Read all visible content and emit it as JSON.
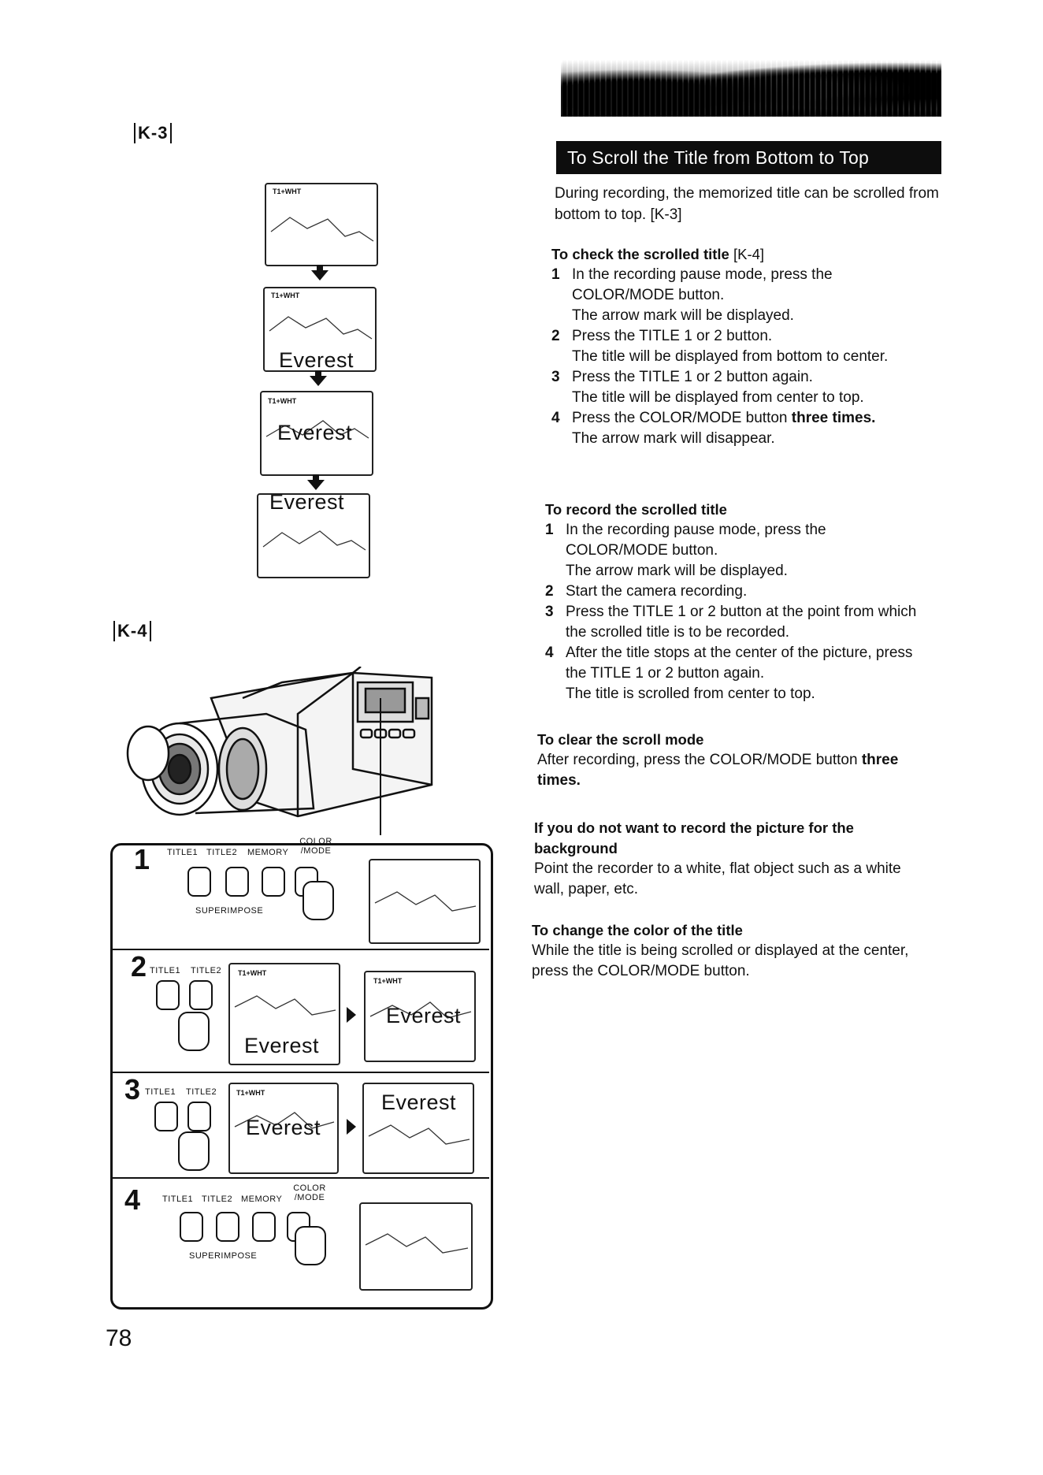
{
  "page": {
    "number": "78"
  },
  "figures": {
    "k3_label": "K-3",
    "k4_label": "K-4",
    "screen_code": "T1+WHT",
    "title_word": "Everest",
    "panel": {
      "labels": {
        "title1": "TITLE1",
        "title2": "TITLE2",
        "memory": "MEMORY",
        "color_mode": "COLOR /MODE",
        "superimpose": "SUPERIMPOSE"
      },
      "steps": [
        "1",
        "2",
        "3",
        "4"
      ]
    }
  },
  "section": {
    "title": "To Scroll the Title from Bottom to Top",
    "intro": "During recording, the memorized title can be scrolled from bottom to top. [K-3]",
    "check": {
      "heading": "To check the scrolled title",
      "ref": "[K-4]",
      "steps": [
        {
          "num": "1",
          "text": "In the recording pause mode, press the COLOR/MODE button.",
          "note": "The arrow mark will be displayed."
        },
        {
          "num": "2",
          "text": "Press the TITLE 1 or 2 button.",
          "note": "The title will be displayed from bottom to center."
        },
        {
          "num": "3",
          "text": "Press the TITLE 1 or 2 button again.",
          "note": "The title will be displayed from center to top."
        },
        {
          "num": "4",
          "text": "Press the COLOR/MODE button",
          "bold_tail": "three times.",
          "note": "The arrow mark will disappear."
        }
      ]
    },
    "record": {
      "heading": "To record the scrolled title",
      "steps": [
        {
          "num": "1",
          "text": "In the recording pause mode, press the COLOR/MODE button.",
          "note": "The arrow mark will be displayed."
        },
        {
          "num": "2",
          "text": "Start the camera recording.",
          "note": ""
        },
        {
          "num": "3",
          "text": "Press the TITLE 1 or 2 button at the point from which the scrolled title is to be recorded.",
          "note": ""
        },
        {
          "num": "4",
          "text": "After the title stops at the center of the picture, press the TITLE 1 or 2 button again.",
          "note": "The title is scrolled from center to top."
        }
      ]
    },
    "clear": {
      "heading": "To clear the scroll mode",
      "text": "After recording, press the COLOR/MODE button",
      "bold_tail": "three times."
    },
    "background": {
      "heading": "If you do not want to record the picture for the background",
      "text": "Point the recorder to a white, flat object such as a white wall, paper, etc."
    },
    "color": {
      "heading": "To change the color of the title",
      "text": "While the title is being scrolled or displayed at the center, press the COLOR/MODE button."
    }
  }
}
